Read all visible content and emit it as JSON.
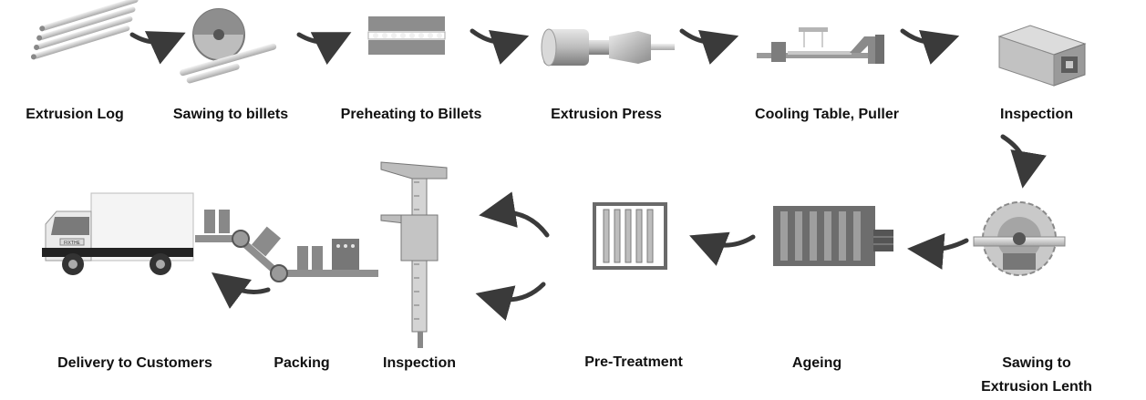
{
  "steps": {
    "extrusion_log": "Extrusion Log",
    "sawing_billets": "Sawing to billets",
    "preheating": "Preheating to Billets",
    "extrusion_press": "Extrusion Press",
    "cooling_table": "Cooling Table, Puller",
    "inspection_1": "Inspection",
    "sawing_length_line1": "Sawing to",
    "sawing_length_line2": "Extrusion Lenth",
    "ageing": "Ageing",
    "pre_treatment": "Pre-Treatment",
    "inspection_2": "Inspection",
    "packing": "Packing",
    "delivery": "Delivery to Customers"
  },
  "truck_logo": "FIXTHE",
  "colors": {
    "arrow": "#3a3a3a",
    "dark": "#555555",
    "mid": "#9a9a9a",
    "light": "#d4d4d4"
  }
}
